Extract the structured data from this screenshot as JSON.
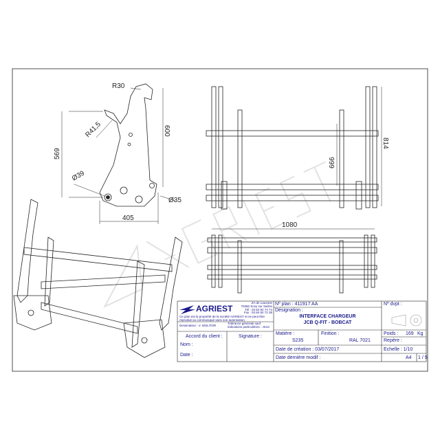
{
  "dimensions": {
    "r30": "R30",
    "r41": "R41,5",
    "h569": "569",
    "d39": "Ø39",
    "h600": "600",
    "d35": "Ø35",
    "w405": "405",
    "h666": "666",
    "h814": "814",
    "w1080": "1080"
  },
  "watermark": "AGRIEST",
  "title_block": {
    "logo": "AGRIEST",
    "address": [
      "ZA de Lauzane",
      "70360 Scey sur Saône",
      "Tél : 03 84 92 74 74",
      "Fax : 03 84 92 72 38"
    ],
    "property_notice": "Ce plan est la propriété de la société AGRIEST et ne peut être reproduit ou communiqué sans son autorisation.",
    "designer": "Dessinateur : V. MOLITOR",
    "tolerance": "Tolérance générale sauf indications particulières : JS13",
    "client_agreement": "Accord du client :",
    "name_label": "Nom :",
    "date_label": "Date :",
    "signature_label": "Signature :",
    "plan_no": "Nº plan : 411917 AA",
    "designation_label": "Désignation :",
    "designation_line1": "INTERFACE CHARGEUR",
    "designation_line2": "JCB Q-FIT  - BOBCAT",
    "material_label": "Matière :",
    "material": "S235",
    "finish_label": "Finition :",
    "finish": "RAL 7021",
    "creation_date": "Date de création : 03/07/2017",
    "modified_date": "Date dernière modif :",
    "dvpt_label": "Nº dvpt :",
    "weight_label": "Poids :",
    "weight": "169",
    "weight_unit": "Kg",
    "mark_label": "Repère :",
    "scale": "Echelle : 1/10",
    "format": "A4",
    "sheet": "1 / 5"
  }
}
